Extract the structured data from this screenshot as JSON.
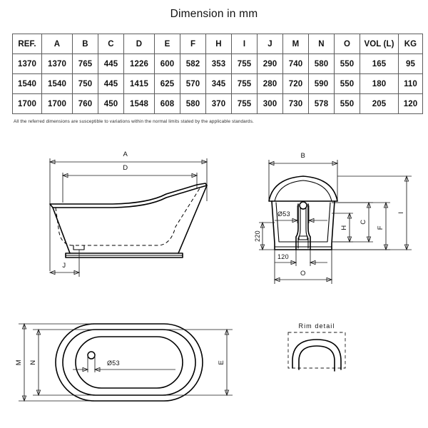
{
  "page": {
    "title": "Dimension in mm",
    "note": "All the referred dimensions are susceptible to variations within the normal limits stated by the applicable standards.",
    "background_color": "#ffffff",
    "line_color": "#000000"
  },
  "table": {
    "columns": [
      "REF.",
      "A",
      "B",
      "C",
      "D",
      "E",
      "F",
      "H",
      "I",
      "J",
      "M",
      "N",
      "O",
      "VOL (L)",
      "KG"
    ],
    "rows": [
      [
        "1370",
        "1370",
        "765",
        "445",
        "1226",
        "600",
        "582",
        "353",
        "755",
        "290",
        "740",
        "580",
        "550",
        "165",
        "95"
      ],
      [
        "1540",
        "1540",
        "750",
        "445",
        "1415",
        "625",
        "570",
        "345",
        "755",
        "280",
        "720",
        "590",
        "550",
        "180",
        "110"
      ],
      [
        "1700",
        "1700",
        "760",
        "450",
        "1548",
        "608",
        "580",
        "370",
        "755",
        "300",
        "730",
        "578",
        "550",
        "205",
        "120"
      ]
    ]
  },
  "drawings": {
    "side_view": {
      "name": "side-elevation",
      "labels": {
        "overall_length": "A",
        "inner_length": "D",
        "drain_offset": "J"
      }
    },
    "end_view": {
      "name": "end-elevation",
      "labels": {
        "width": "B",
        "drain_diameter": "Ø53",
        "foot_height": "220",
        "foot_width": "120",
        "base_width": "O",
        "inner_depth": "H",
        "water_depth": "C",
        "rim_height": "F",
        "overall_height": "I"
      }
    },
    "plan_view": {
      "name": "plan-view",
      "labels": {
        "outer_width": "M",
        "inner_width": "N",
        "rim_width": "E",
        "drain_diameter": "Ø53"
      }
    },
    "rim_detail": {
      "name": "rim-detail",
      "title": "Rim detail"
    }
  }
}
